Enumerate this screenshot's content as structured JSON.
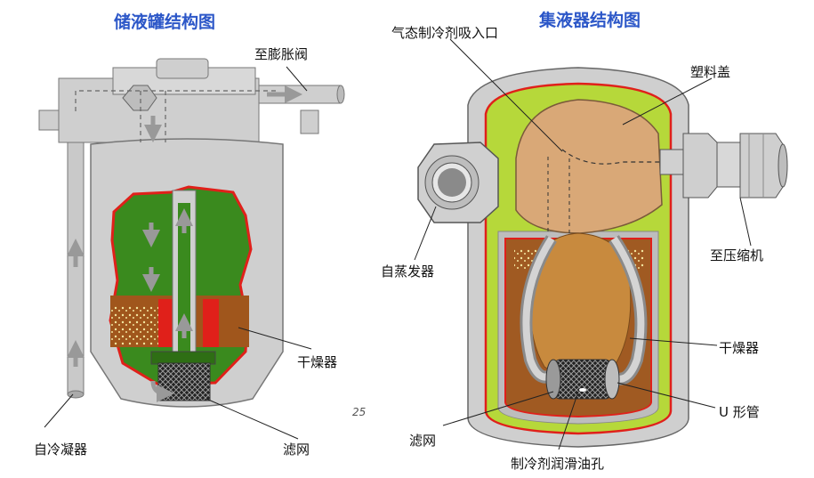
{
  "left_diagram": {
    "title": "储液罐结构图",
    "labels": {
      "to_expansion_valve": "至膨胀阀",
      "dryer": "干燥器",
      "filter": "滤网",
      "from_condenser": "自冷凝器"
    }
  },
  "right_diagram": {
    "title": "集液器结构图",
    "labels": {
      "gas_inlet": "气态制冷剂吸入口",
      "plastic_cap": "塑料盖",
      "from_evaporator": "自蒸发器",
      "to_compressor": "至压缩机",
      "dryer": "干燥器",
      "u_tube": "U 形管",
      "filter": "滤网",
      "oil_hole": "制冷剂润滑油孔"
    }
  },
  "page_marker": "25",
  "colors": {
    "title": "#2c57c8",
    "metal": "#cfcfcf",
    "green": "#3a8a1e",
    "brown": "#a0561c",
    "red": "#e0201a",
    "lime": "#b6d83a",
    "tan": "#d9a877"
  }
}
